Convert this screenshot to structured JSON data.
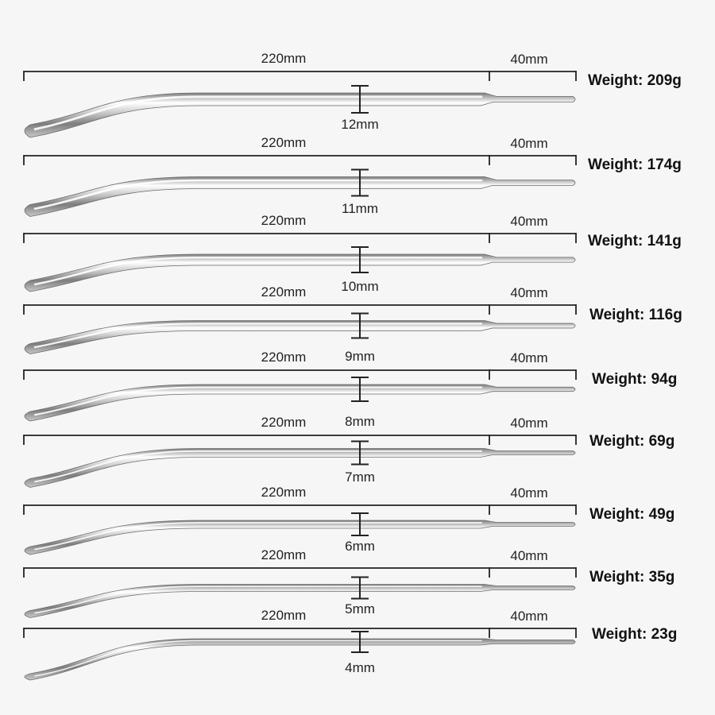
{
  "colors": {
    "background": "#f7f6f6",
    "metal_dark": "#7d7d7d",
    "metal_mid": "#c9c9c9",
    "metal_light": "#ffffff",
    "line": "#222222"
  },
  "items": [
    {
      "length_label": "220mm",
      "tip_label": "40mm",
      "diameter_label": "12mm",
      "weight_label": "Weight: 209g",
      "diameter_mm": 12
    },
    {
      "length_label": "220mm",
      "tip_label": "40mm",
      "diameter_label": "11mm",
      "weight_label": "Weight: 174g",
      "diameter_mm": 11
    },
    {
      "length_label": "220mm",
      "tip_label": "40mm",
      "diameter_label": "10mm",
      "weight_label": "Weight: 141g",
      "diameter_mm": 10
    },
    {
      "length_label": "220mm",
      "tip_label": "40mm",
      "diameter_label": "9mm",
      "weight_label": "Weight: 116g",
      "diameter_mm": 9
    },
    {
      "length_label": "220mm",
      "tip_label": "40mm",
      "diameter_label": "8mm",
      "weight_label": "Weight: 94g",
      "diameter_mm": 8
    },
    {
      "length_label": "220mm",
      "tip_label": "40mm",
      "diameter_label": "7mm",
      "weight_label": "Weight: 69g",
      "diameter_mm": 7
    },
    {
      "length_label": "220mm",
      "tip_label": "40mm",
      "diameter_label": "6mm",
      "weight_label": "Weight: 49g",
      "diameter_mm": 6
    },
    {
      "length_label": "220mm",
      "tip_label": "40mm",
      "diameter_label": "5mm",
      "weight_label": "Weight: 35g",
      "diameter_mm": 5
    },
    {
      "length_label": "220mm",
      "tip_label": "40mm",
      "diameter_label": "4mm",
      "weight_label": "Weight: 23g",
      "diameter_mm": 4
    }
  ]
}
